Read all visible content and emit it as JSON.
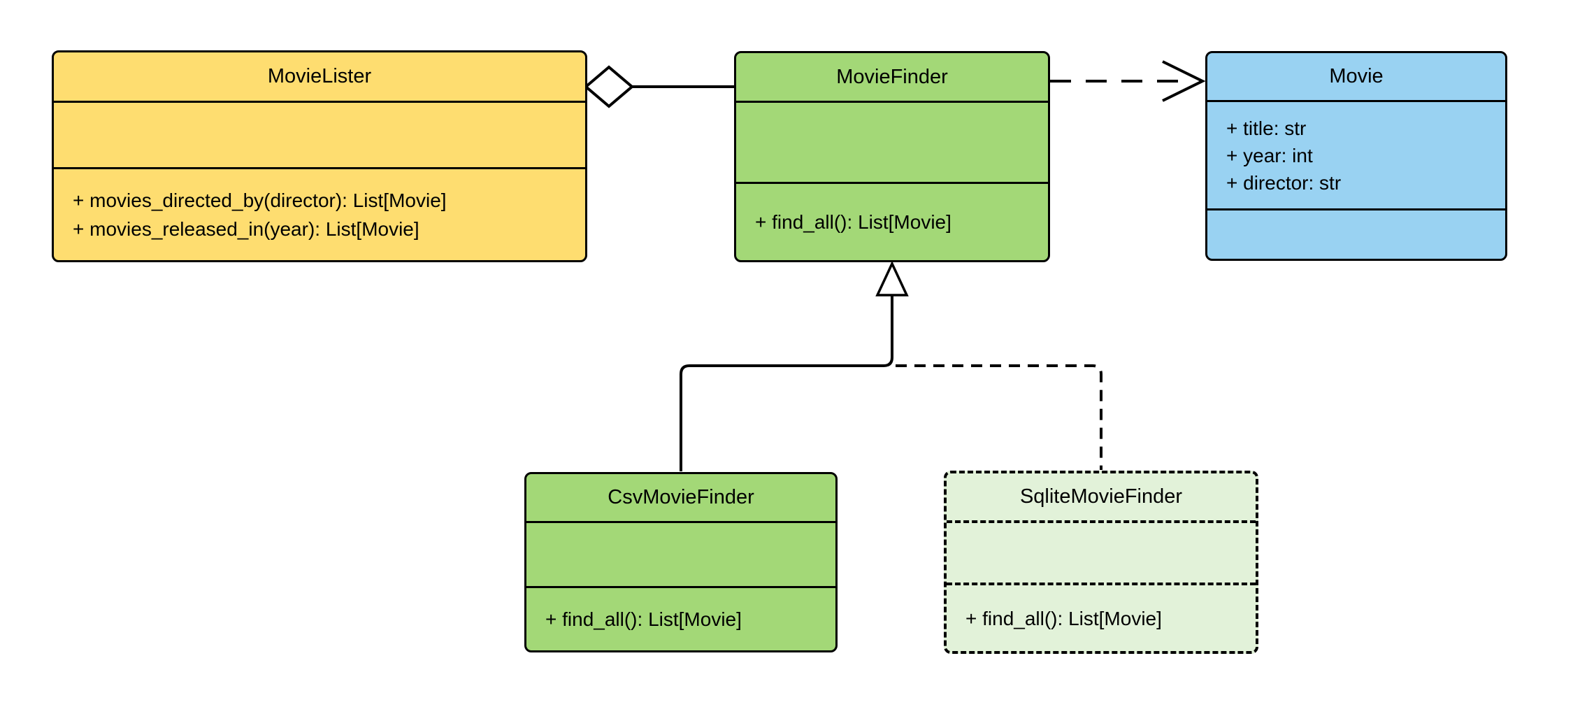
{
  "diagram": {
    "kind": "uml-class-diagram",
    "background": "#ffffff"
  },
  "colors": {
    "yellow_fill": "#FEDD70",
    "green_fill": "#A3D877",
    "pale_green_fill": "#E2F2D9",
    "blue_fill": "#99D2F2",
    "stroke": "#000000"
  },
  "classes": {
    "movie_lister": {
      "name": "MovieLister",
      "fill": "#FEDD70",
      "attributes": [],
      "methods": [
        "+ movies_directed_by(director): List[Movie]",
        "+ movies_released_in(year): List[Movie]"
      ]
    },
    "movie_finder": {
      "name": "MovieFinder",
      "fill": "#A3D877",
      "attributes": [],
      "methods": [
        "+ find_all(): List[Movie]"
      ]
    },
    "movie": {
      "name": "Movie",
      "fill": "#99D2F2",
      "attributes": [
        "+ title: str",
        "+ year: int",
        "+ director: str"
      ],
      "methods": []
    },
    "csv_movie_finder": {
      "name": "CsvMovieFinder",
      "fill": "#A3D877",
      "attributes": [],
      "methods": [
        "+ find_all(): List[Movie]"
      ]
    },
    "sqlite_movie_finder": {
      "name": "SqliteMovieFinder",
      "fill": "#E2F2D9",
      "attributes": [],
      "methods": [
        "+ find_all(): List[Movie]"
      ]
    }
  },
  "relationships": [
    {
      "from": "MovieLister",
      "to": "MovieFinder",
      "type": "aggregation"
    },
    {
      "from": "MovieFinder",
      "to": "Movie",
      "type": "dependency"
    },
    {
      "from": "CsvMovieFinder",
      "to": "MovieFinder",
      "type": "inheritance",
      "line": "solid"
    },
    {
      "from": "SqliteMovieFinder",
      "to": "MovieFinder",
      "type": "inheritance",
      "line": "dashed"
    }
  ]
}
